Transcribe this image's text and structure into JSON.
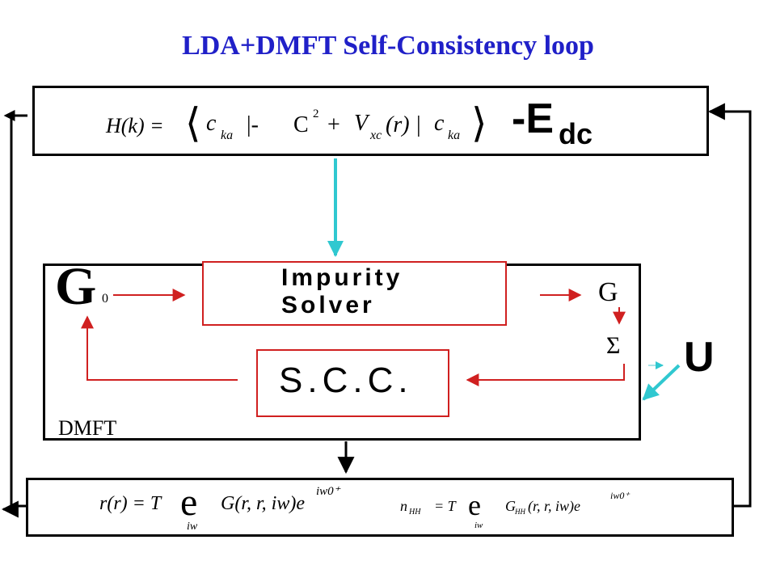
{
  "title": "LDA+DMFT Self-Consistency loop",
  "hamiltonian": {
    "lhs": "H(k) =",
    "bra": "⟨",
    "c1": "c",
    "c1_sub": "ka",
    "bar": "|-",
    "c_sq": "C",
    "c_sq_exp": "2",
    "plus": "+",
    "v": "V",
    "v_sub": "xc",
    "v_arg": "(r) |",
    "c2": "c",
    "c2_sub": "ka",
    "ket": "⟩",
    "edc_main": "-E",
    "edc_sub": "dc"
  },
  "dmft": {
    "label": "DMFT",
    "g0": "G",
    "g0_sub": "0",
    "impurity_line1": "Impurity",
    "impurity_line2": "Solver",
    "g": "G",
    "sigma": "Σ",
    "scc": "S.C.C."
  },
  "u_label": "U",
  "density": {
    "rho_lhs": "r(r) = T",
    "sum1": "e",
    "sum1_sub": "iw",
    "rho_rhs": "G(r, r, iw)e",
    "rho_exp": "iw0⁺",
    "n_lhs": "n",
    "n_sub": "HH",
    "n_eq": "= T",
    "sum2": "e",
    "sum2_sub": "iw",
    "n_rhs_g": "G",
    "n_rhs_sub": "HH",
    "n_rhs": "(r, r, iw)e",
    "n_exp": "iw0⁺"
  },
  "colors": {
    "title": "#2020c8",
    "red_arrow": "#d02020",
    "cyan_arrow": "#30c8d0",
    "black": "#000000"
  }
}
